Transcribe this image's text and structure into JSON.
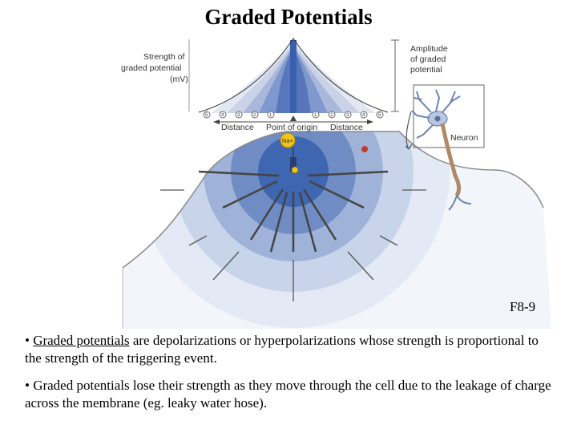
{
  "slide": {
    "title": "Graded Potentials",
    "figure_code": "F8-9"
  },
  "figure": {
    "y_axis_label_line1": "Strength of",
    "y_axis_label_line2": "graded potential",
    "y_axis_label_line3": "(mV)",
    "amplitude_label_line1": "Amplitude",
    "amplitude_label_line2": "of graded",
    "amplitude_label_line3": "potential",
    "distance_left": "Distance",
    "point_of_origin": "Point of origin",
    "distance_right": "Distance",
    "neuron_label": "Neuron",
    "ion_label": "Na+",
    "markers_left": [
      "5",
      "4",
      "3",
      "2",
      "1"
    ],
    "markers_right": [
      "1",
      "2",
      "3",
      "4",
      "5"
    ],
    "colors": {
      "ring_inner": "#3f66b0",
      "ring_2": "#6f8cc4",
      "ring_3": "#9fb2d8",
      "ring_4": "#c8d4ea",
      "ring_5": "#e4eaf5",
      "ion": "#f2c318"
    }
  },
  "bullets": [
    {
      "prefix": "• ",
      "link": "Graded potentials",
      "text": " are depolarizations or hyperpolarizations whose strength is proportional to the strength of the triggering event."
    },
    {
      "prefix": "• ",
      "link": "",
      "text": "Graded potentials lose their strength as they move through the cell due to the leakage of charge across the membrane (eg. leaky water hose)."
    }
  ]
}
